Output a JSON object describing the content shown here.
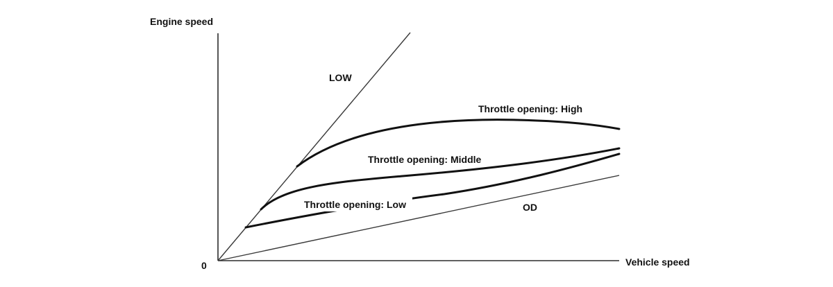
{
  "axes": {
    "y_label": "Engine speed",
    "x_label": "Vehicle speed",
    "origin_label": "0"
  },
  "gear_lines": {
    "low_label": "LOW",
    "od_label": "OD"
  },
  "throttle_curves": {
    "high_label": "Throttle opening: High",
    "middle_label": "Throttle opening: Middle",
    "low_label": "Throttle opening: Low"
  }
}
